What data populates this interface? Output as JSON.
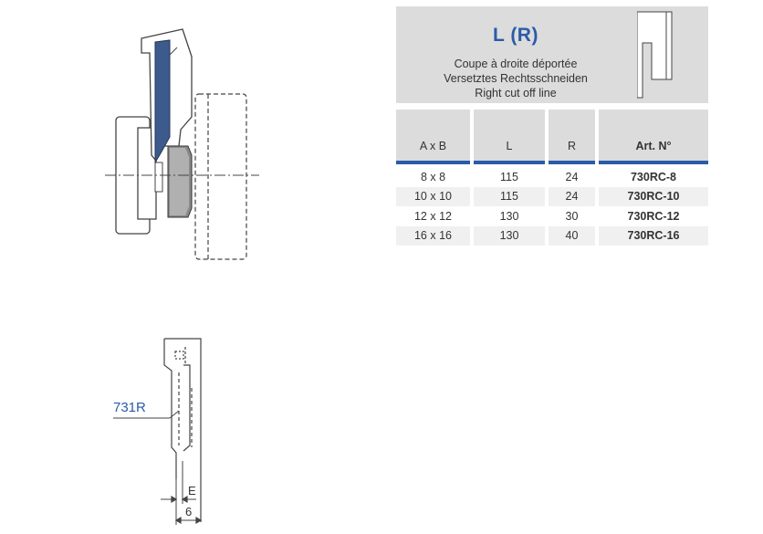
{
  "header": {
    "title": "L (R)",
    "subtitle_fr": "Coupe à droite déportée",
    "subtitle_de": "Versetztes Rechtsschneiden",
    "subtitle_en": "Right cut off line"
  },
  "table": {
    "columns": [
      "A x B",
      "L",
      "R",
      "Art. N°"
    ],
    "rows": [
      {
        "ab": "8 x 8",
        "l": "115",
        "r": "24",
        "art": "730RC-8"
      },
      {
        "ab": "10 x 10",
        "l": "115",
        "r": "24",
        "art": "730RC-10"
      },
      {
        "ab": "12 x 12",
        "l": "130",
        "r": "30",
        "art": "730RC-12"
      },
      {
        "ab": "16 x 16",
        "l": "130",
        "r": "40",
        "art": "730RC-16"
      }
    ]
  },
  "drawing": {
    "insert_label": "731R",
    "dim_e_label": "E",
    "dim_6_label": "6"
  },
  "colors": {
    "accent": "#2a5ba8",
    "tool_body": "#3d5a8c",
    "header_bg": "#dcdcdc"
  }
}
